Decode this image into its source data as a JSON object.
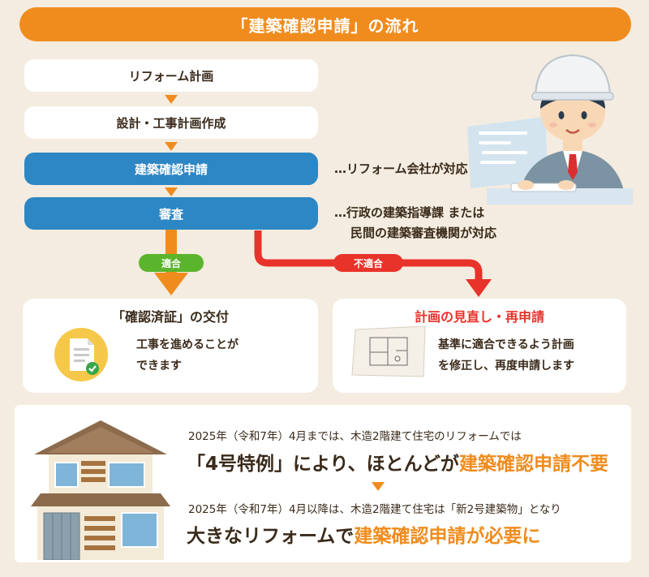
{
  "title": "「建築確認申請」の流れ",
  "steps": [
    {
      "label": "リフォーム計画"
    },
    {
      "label": "設計・工事計画作成"
    },
    {
      "label": "建築確認申請"
    },
    {
      "label": "審査"
    }
  ],
  "notes": {
    "application": "…リフォーム会社が対応",
    "review_line1": "…行政の建築指導課 または",
    "review_line2": "民間の建築審査機関が対応"
  },
  "branches": {
    "pass_label": "適合",
    "fail_label": "不適合"
  },
  "cards": {
    "pass": {
      "title": "「確認済証」の交付",
      "line1": "工事を進めることが",
      "line2": "できます"
    },
    "fail": {
      "title": "計画の見直し・再申請",
      "line1": "基準に適合できるよう計画",
      "line2": "を修正し、再度申請します"
    }
  },
  "bottom": {
    "line1": "2025年（令和7年）4月までは、木造2階建て住宅のリフォームでは",
    "line2_a": "「4号特例」により、ほとんどが",
    "line2_b": "建築確認申請不要",
    "line3": "2025年（令和7年）4月以降は、木造2階建て住宅は「新2号建築物」となり",
    "line4_a": "大きなリフォームで",
    "line4_b": "建築確認申請が必要に"
  },
  "colors": {
    "orange": "#f08c1e",
    "blue": "#2d87c4",
    "green": "#5bb52c",
    "red": "#e8332a",
    "background": "#f4ece0"
  }
}
